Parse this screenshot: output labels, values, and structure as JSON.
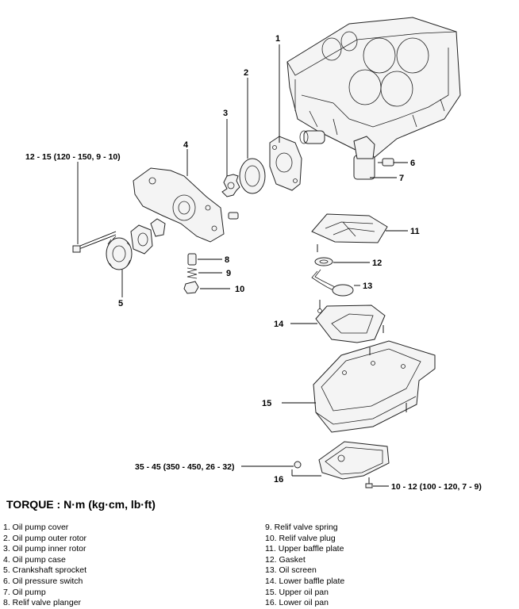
{
  "callouts": {
    "c1": "1",
    "c2": "2",
    "c3": "3",
    "c4": "4",
    "c5": "5",
    "c6": "6",
    "c7": "7",
    "c8": "8",
    "c9": "9",
    "c10": "10",
    "c11": "11",
    "c12": "12",
    "c13": "13",
    "c14": "14",
    "c15": "15",
    "c16": "16"
  },
  "torque_specs": {
    "bolt_oil_pump": "12 - 15 (120 - 150, 9 - 10)",
    "drain_plug": "35 - 45 (350 - 450, 26 - 32)",
    "oil_pan_bolts": "10 - 12 (100 - 120, 7 - 9)"
  },
  "torque_heading": "TORQUE : N·m (kg·cm, lb·ft)",
  "legend_left": [
    "1. Oil pump cover",
    "2. Oil pump outer rotor",
    "3. Oil pump inner rotor",
    "4. Oil pump case",
    "5. Crankshaft sprocket",
    "6. Oil pressure switch",
    "7. Oil pump",
    "8. Relif valve planger"
  ],
  "legend_right": [
    "9. Relif valve spring",
    "10. Relif valve plug",
    "11. Upper baffle plate",
    "12. Gasket",
    "13. Oil screen",
    "14. Lower baffle plate",
    "15. Upper oil pan",
    "16. Lower oil pan"
  ]
}
